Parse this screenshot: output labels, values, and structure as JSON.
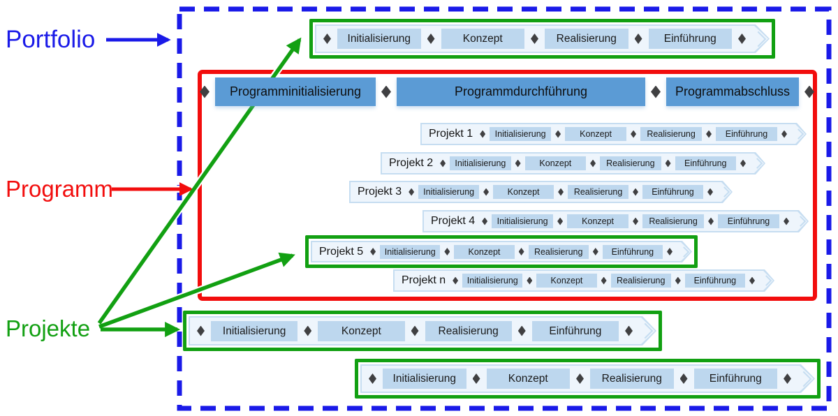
{
  "side_labels": {
    "portfolio": "Portfolio",
    "programm": "Programm",
    "projekte": "Projekte"
  },
  "phases": [
    "Initialisierung",
    "Konzept",
    "Realisierung",
    "Einführung"
  ],
  "program_segments": [
    "Programminitialisierung",
    "Programmdurchführung",
    "Programmabschluss"
  ],
  "project_rows": [
    "Projekt 1",
    "Projekt 2",
    "Projekt 3",
    "Projekt 4",
    "Projekt 5",
    "Projekt n"
  ],
  "icons": {
    "milestone": "diamond-icon",
    "bar_tip": "chevron-tip-icon"
  },
  "colors": {
    "portfolio_blue": "#1a1ae8",
    "programm_red": "#f20d0d",
    "projekte_green": "#12a012",
    "program_bar_blue": "#5b9bd5",
    "phase_box_blue": "#bdd7ee",
    "bar_bg": "#eef5fc",
    "bar_border": "#c6ddf1",
    "diamond_gray": "#404042"
  }
}
